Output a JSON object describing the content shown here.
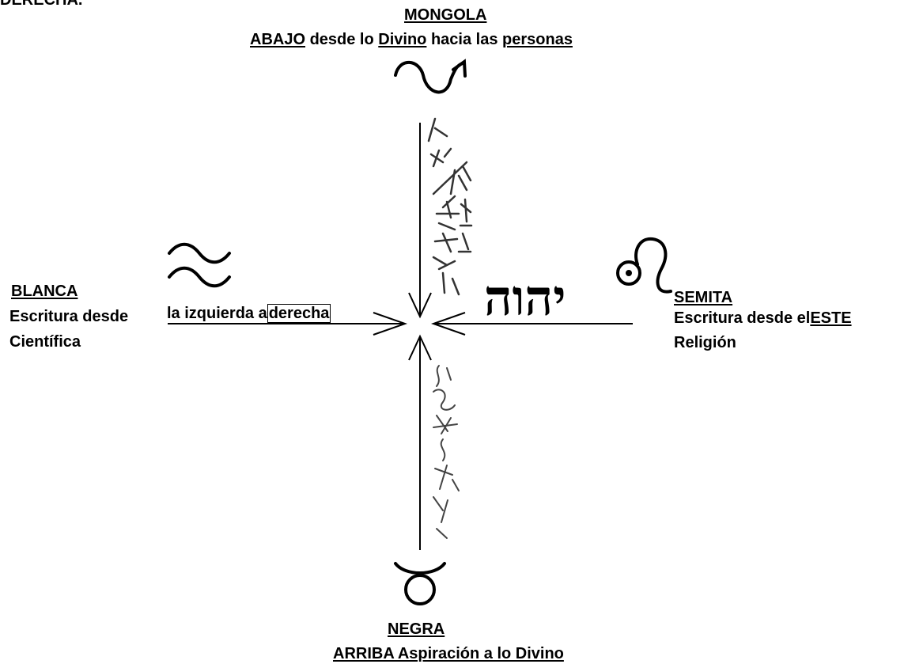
{
  "top_cutoff_text": "DERECHA.",
  "north": {
    "race": "MONGOLA",
    "word1": "ABAJO",
    "word2": " desde lo ",
    "word3": "Divino",
    "word4": " hacia las ",
    "word5": "personas"
  },
  "west": {
    "race": "BLANCA",
    "line1": "Escritura desde",
    "line2": "Científica",
    "arrow_text_a": "la izquierda a",
    "arrow_text_b": "derecha"
  },
  "east": {
    "race": "SEMITA",
    "line1": "Escritura desde el",
    "line1_keyword": "ESTE",
    "line2": "Religión",
    "hebrew": "יהוה"
  },
  "south": {
    "race": "NEGRA",
    "line1": "ARRIBA Aspiración a lo Divino"
  },
  "symbols": {
    "north": "serpent-wave-arrow",
    "west": "aquarius-waves",
    "east": "leo-sign",
    "south": "taurus-sign"
  }
}
